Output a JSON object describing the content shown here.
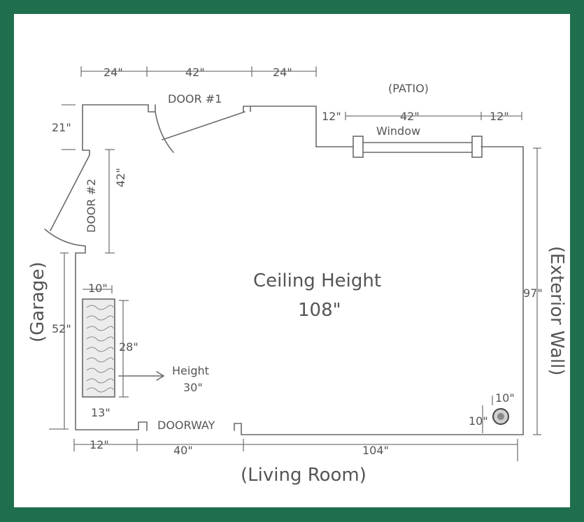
{
  "frame": {
    "border_color": "#1f6f4e",
    "paper_color": "#ffffff"
  },
  "labels": {
    "patio": "(PATIO)",
    "door1": "DOOR #1",
    "door2": "DOOR #2",
    "window": "Window",
    "ceiling_line1": "Ceiling Height",
    "ceiling_line2": "108\"",
    "garage": "(Garage)",
    "exterior_wall": "(Exterior Wall)",
    "height_line1": "Height",
    "height_line2": "30\"",
    "doorway": "DOORWAY",
    "living_room": "(Living Room)"
  },
  "dimensions": {
    "top_left": "24\"",
    "top_mid": "42\"",
    "top_right": "24\"",
    "left_21": "21\"",
    "door2_42": "42\"",
    "patio_left_12": "12\"",
    "patio_42": "42\"",
    "patio_right_12": "12\"",
    "right_97": "97\"",
    "left_52": "52\"",
    "heater_10": "10\"",
    "heater_28": "28\"",
    "heater_13": "13\"",
    "corner_10_right": "10\"",
    "corner_10_left": "10\"",
    "bottom_12": "12\"",
    "bottom_40": "40\"",
    "bottom_104": "104\""
  }
}
